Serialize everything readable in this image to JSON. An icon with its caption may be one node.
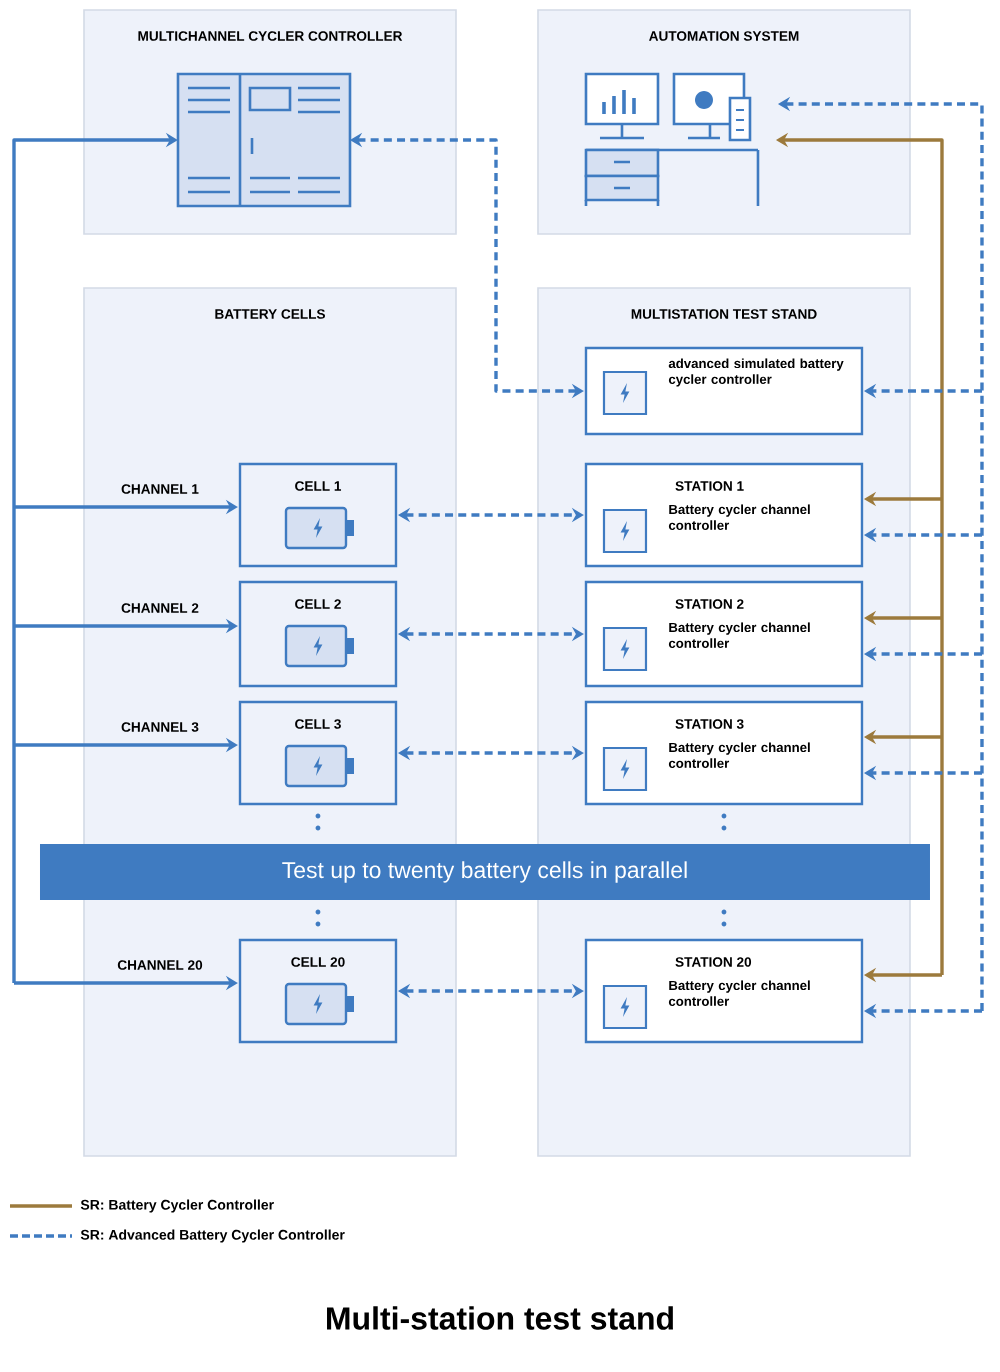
{
  "diagram": {
    "caption": "Multi-station test stand",
    "nodes": [
      {
        "text": [
          "MULTICHANNEL CYCLER CONTROLLER"
        ]
      },
      {
        "text": [],
        "shape": "picture",
        "in": 0
      },
      {
        "text": [
          "AUTOMATION SYSTEM"
        ]
      },
      {
        "text": [],
        "shape": "picture",
        "in": 2
      },
      {
        "text": [
          "BATTERY CELLS"
        ]
      },
      {
        "text": [
          "MULTISTATION TEST STAND"
        ]
      },
      {
        "text": [
          "advanced simulated battery cycler controller"
        ],
        "in": 5
      },
      {
        "text": [
          "CELL 1"
        ],
        "in": 4
      },
      {
        "text": [
          "STATION 1",
          "Battery cycler channel controller"
        ],
        "in": 5
      },
      {
        "text": [
          "CELL 2"
        ],
        "in": 4
      },
      {
        "text": [
          "STATION 2",
          "Battery cycler channel controller"
        ],
        "in": 5
      },
      {
        "text": [
          "CELL 3"
        ],
        "in": 4
      },
      {
        "text": [
          "STATION 3",
          "Battery cycler channel controller"
        ],
        "in": 5
      },
      {
        "text": [
          "Test up to twenty battery cells in parallel"
        ]
      },
      {
        "text": [
          "CELL 20"
        ],
        "in": 4
      },
      {
        "text": [
          "STATION 20",
          "Battery cycler channel controller"
        ],
        "in": 5
      }
    ],
    "edges": [
      {
        "from": 1,
        "to": 7,
        "arrow": "both",
        "label": "CHANNEL 1"
      },
      {
        "from": 1,
        "to": 9,
        "arrow": "both",
        "label": "CHANNEL 2"
      },
      {
        "from": 1,
        "to": 11,
        "arrow": "both",
        "label": "CHANNEL 3"
      },
      {
        "from": 1,
        "to": 14,
        "arrow": "both",
        "label": "CHANNEL 20"
      },
      {
        "from": 1,
        "to": 6,
        "arrow": "both",
        "style": "dashed"
      },
      {
        "from": 7,
        "to": 8,
        "arrow": "both",
        "style": "dashed"
      },
      {
        "from": 9,
        "to": 10,
        "arrow": "both",
        "style": "dashed"
      },
      {
        "from": 11,
        "to": 12,
        "arrow": "both",
        "style": "dashed"
      },
      {
        "from": 14,
        "to": 15,
        "arrow": "both",
        "style": "dashed"
      },
      {
        "from": 3,
        "to": 8,
        "arrow": "both",
        "color": "#9c7a3c"
      },
      {
        "from": 3,
        "to": 10,
        "arrow": "both",
        "color": "#9c7a3c"
      },
      {
        "from": 3,
        "to": 12,
        "arrow": "both",
        "color": "#9c7a3c"
      },
      {
        "from": 3,
        "to": 15,
        "arrow": "both",
        "color": "#9c7a3c"
      },
      {
        "from": 3,
        "to": 6,
        "arrow": "both",
        "style": "dashed"
      },
      {
        "from": 3,
        "to": 8,
        "arrow": "both",
        "style": "dashed"
      },
      {
        "from": 3,
        "to": 10,
        "arrow": "both",
        "style": "dashed"
      },
      {
        "from": 3,
        "to": 12,
        "arrow": "both",
        "style": "dashed"
      },
      {
        "from": 3,
        "to": 15,
        "arrow": "both",
        "style": "dashed"
      }
    ],
    "legend": [
      {
        "text": "SR: Battery Cycler Controller"
      },
      {
        "text": "SR: Advanced Battery Cycler Controller"
      }
    ]
  }
}
